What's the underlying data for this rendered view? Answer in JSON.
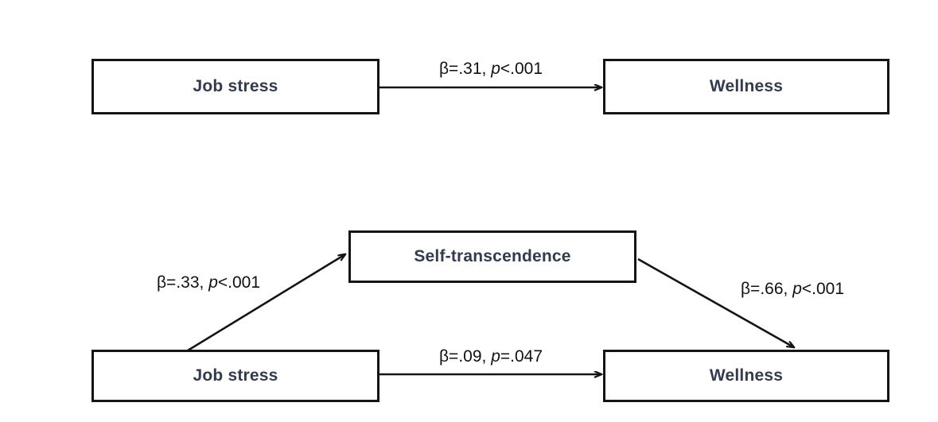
{
  "figure": {
    "title": "",
    "type": "mediation-path-diagram",
    "accent_color": "#323c4e",
    "line_color": "#141414",
    "background": "#ffffff"
  },
  "models": {
    "total_effect": {
      "nodes": {
        "predictor": "Job stress",
        "outcome": "Wellness"
      },
      "paths": {
        "direct": {
          "beta_text": "β=.31,",
          "p_symbol": "p",
          "p_value_text": "<.001",
          "beta": 0.31,
          "p": "<.001"
        }
      }
    },
    "mediation": {
      "nodes": {
        "predictor": "Job stress",
        "mediator": "Self-transcendence",
        "outcome": "Wellness"
      },
      "paths": {
        "a_path": {
          "beta_text": "β=.33,",
          "p_symbol": "p",
          "p_value_text": "<.001",
          "beta": 0.33,
          "p": "<.001"
        },
        "b_path": {
          "beta_text": "β=.66,",
          "p_symbol": "p",
          "p_value_text": "<.001",
          "beta": 0.66,
          "p": "<.001"
        },
        "c_prime_path": {
          "beta_text": "β=.09,",
          "p_symbol": "p",
          "p_value_text": "=.047",
          "beta": 0.09,
          "p": "=.047"
        }
      }
    }
  }
}
